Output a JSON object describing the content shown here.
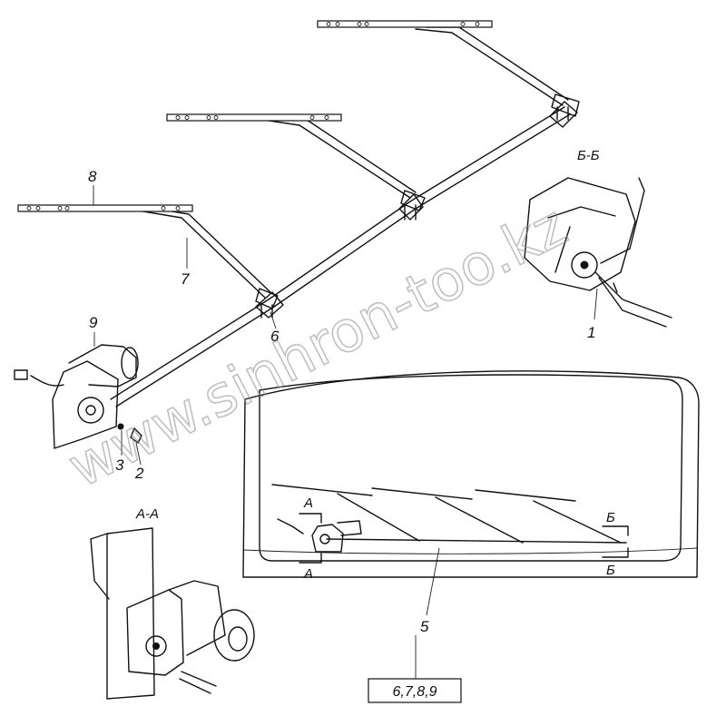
{
  "labels": {
    "part_1": "1",
    "part_2": "2",
    "part_3": "3",
    "part_5": "5",
    "part_6": "6",
    "part_7": "7",
    "part_8": "8",
    "part_9": "9",
    "section_aa": "А-А",
    "section_bb": "Б-Б",
    "mark_a_top": "А",
    "mark_a_bottom": "А",
    "mark_b_top": "Б",
    "mark_b_bottom": "Б",
    "parts_box": "6,7,8,9",
    "watermark": "www.sinhron-too.kz"
  },
  "icons": {
    "motor": "wiper-motor-icon",
    "blade": "wiper-blade-icon",
    "arm": "wiper-arm-icon",
    "linkage": "wiper-linkage-icon"
  },
  "colors": {
    "line": "#111111",
    "watermark": "#8e8e8e",
    "background": "#ffffff"
  }
}
